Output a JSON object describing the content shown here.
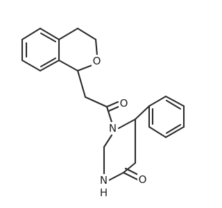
{
  "molecule": {
    "atoms": {
      "ring_oxygen": "O",
      "carbonyl_oxygen": "O",
      "amide_nitrogen": "N",
      "nh_nitrogen": "N",
      "nh_hydrogen": "H",
      "lactam_oxygen": "O"
    },
    "colors": {
      "bond": "#2b2b2b",
      "label": "#222222",
      "background": "#ffffff"
    }
  }
}
